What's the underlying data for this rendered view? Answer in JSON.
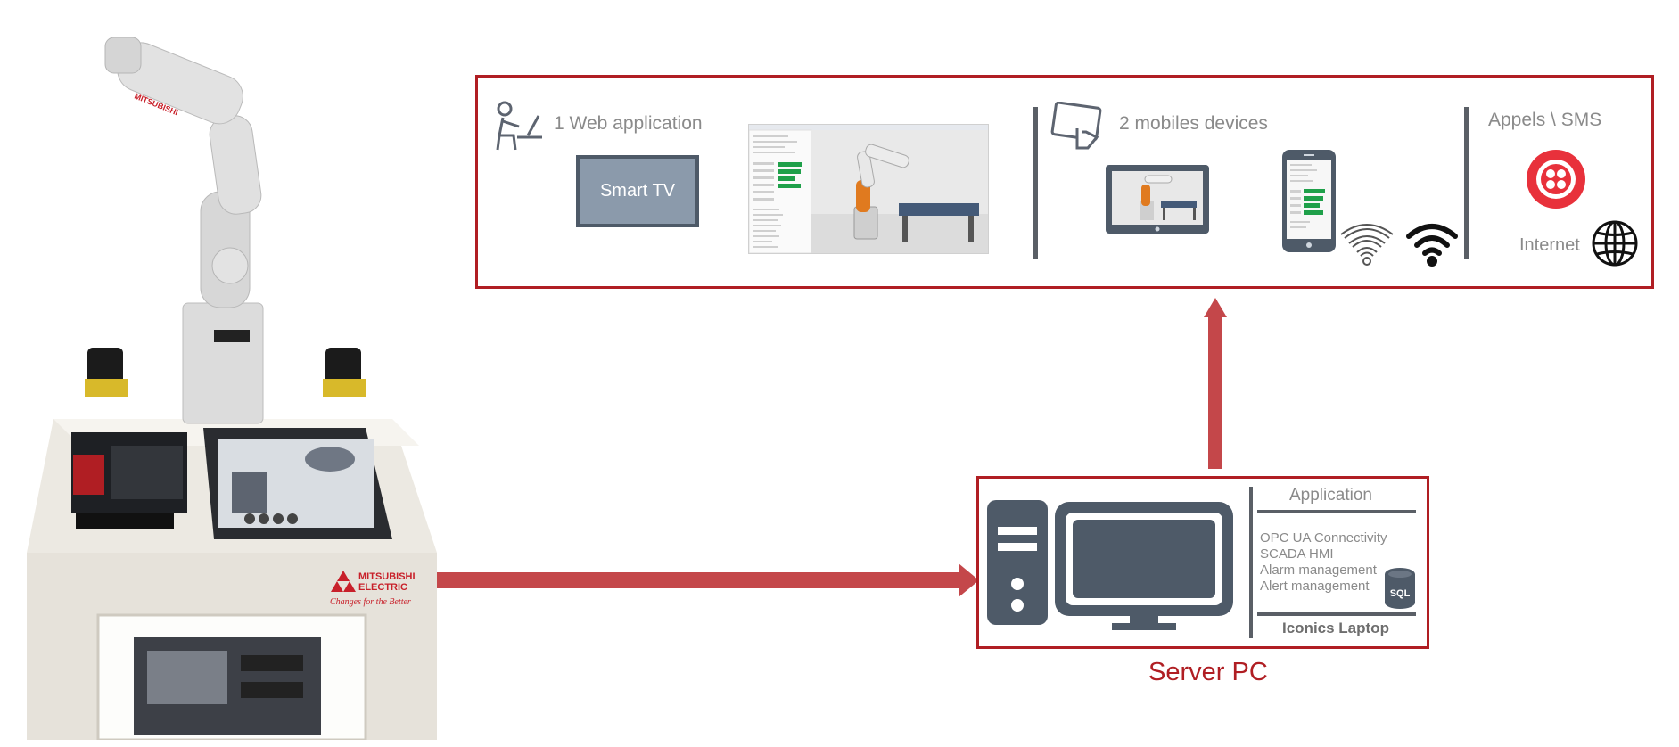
{
  "clients": {
    "web": {
      "label": "1 Web application",
      "smart_tv": "Smart TV"
    },
    "mobile": {
      "label": "2 mobiles devices"
    },
    "alerts": {
      "label": "Appels \\ SMS",
      "internet": "Internet"
    }
  },
  "server": {
    "caption": "Server PC",
    "panel_title": "Application",
    "features": [
      "OPC UA Connectivity",
      "SCADA HMI",
      "Alarm management",
      "Alert management"
    ],
    "db_badge": "SQL",
    "footer": "Iconics Laptop"
  },
  "robot": {
    "brand_line1": "MITSUBISHI",
    "brand_line2": "ELECTRIC",
    "brand_slogan": "Changes for the Better"
  },
  "colors": {
    "frame_red": "#b01e23",
    "arrow_red": "#c4474a",
    "icon_slate": "#4e5a68",
    "tv_fill": "#8b9aab",
    "progress_green": "#1fa04a",
    "twilio_red": "#e8313b"
  },
  "icons": [
    "robot-arm-image",
    "desk-user-icon",
    "touch-tablet-icon",
    "smartphone-icon",
    "wifi-icon",
    "globe-icon",
    "twilio-logo",
    "desktop-pc-icon",
    "database-icon"
  ]
}
